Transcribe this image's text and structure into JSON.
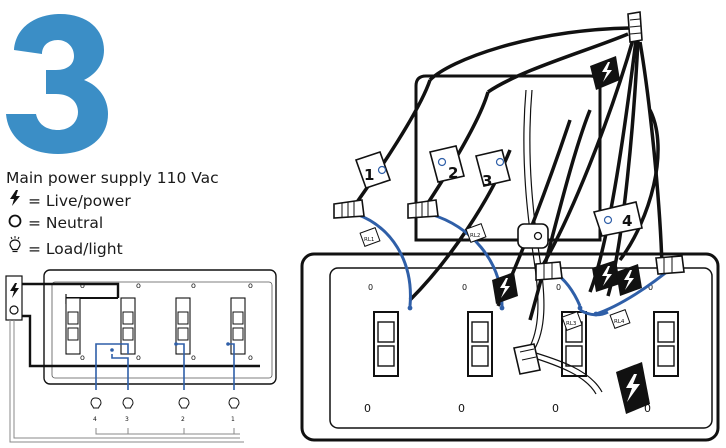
{
  "step": {
    "number": "3",
    "color": "#3b8ec6"
  },
  "caption": "Main power supply 110 Vac",
  "legend": [
    {
      "icon": "lightning-bolt-icon",
      "symbol": "⚡",
      "label": "= Live/power"
    },
    {
      "icon": "neutral-circle-icon",
      "symbol": "O",
      "label": "= Neutral"
    },
    {
      "icon": "light-bulb-icon",
      "symbol": "❂",
      "label": "= Load/light"
    }
  ],
  "schematic": {
    "loads": [
      "4",
      "3",
      "2",
      "1"
    ]
  },
  "wiring": {
    "tags": [
      "1",
      "2",
      "3",
      "4"
    ],
    "relays": [
      "RL1",
      "RL2",
      "RL3",
      "RL4"
    ],
    "plate_marks": [
      "0",
      "0",
      "0",
      "0"
    ],
    "top_marks": [
      "0",
      "0",
      "0",
      "0"
    ]
  },
  "colors": {
    "wire_blue": "#2f5fa8",
    "line": "#111111",
    "plate": "#ffffff"
  }
}
